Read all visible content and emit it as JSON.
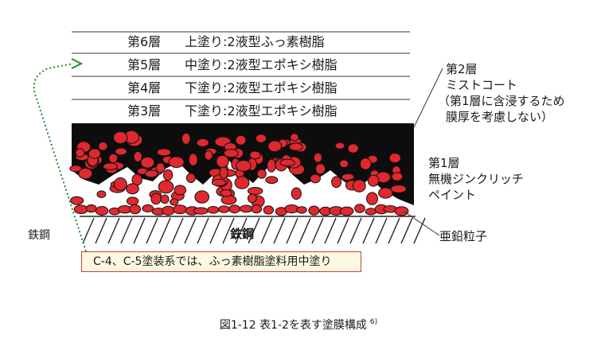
{
  "layers_top": [
    {
      "num": "第6層",
      "desc": "上塗り:2液型ふっ素樹脂"
    },
    {
      "num": "第5層",
      "desc": "中塗り:2液型エポキシ樹脂"
    },
    {
      "num": "第4層",
      "desc": "下塗り:2液型エポキシ樹脂"
    },
    {
      "num": "第3層",
      "desc": "下塗り:2液型エポキシ樹脂"
    }
  ],
  "side_labels": {
    "layer2": [
      "第2層",
      "ミストコート",
      "（第1層に含浸するため",
      "膜厚を考慮しない）"
    ],
    "layer1": [
      "第1層",
      "無機ジンクリッチ",
      "ペイント"
    ],
    "zinc": "亜鉛粒子",
    "steel_left": "鉄鋼",
    "steel_center": "鉄鋼"
  },
  "note": "C-4、C-5塗装系では、ふっ素樹脂塗料用中塗り",
  "caption": {
    "text": "図1-12  表1-2を表す塗膜構成",
    "ref": "6)"
  },
  "colors": {
    "particle": "#e0282f",
    "matrix": "#0d0d0d",
    "arrow": "#1e8c2a"
  }
}
